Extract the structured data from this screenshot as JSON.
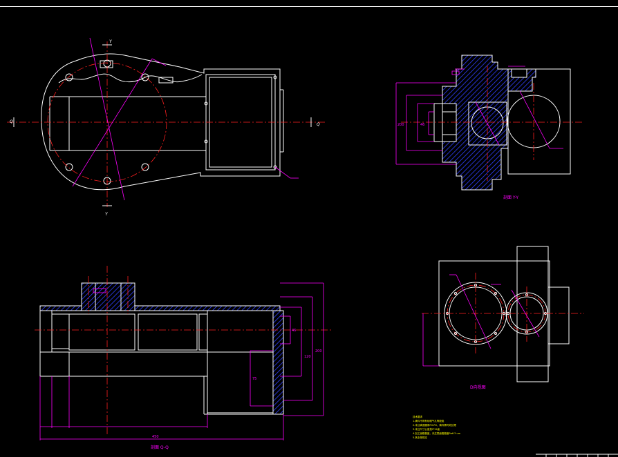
{
  "views": {
    "top": {
      "axis_label_left": "Q",
      "axis_label_right": "Q",
      "axis_label_top": "Y",
      "axis_label_bottom": "Y"
    },
    "section_yy": {
      "title": "剖面 Y-Y"
    },
    "section_qq": {
      "title": "剖面 Q-Q"
    },
    "view_d": {
      "title": "D向视图"
    }
  },
  "notes": {
    "heading": "技术要求",
    "lines": [
      "1.铸件不得有砂眼气孔等缺陷",
      "2.未注铸造圆角R3-R5，铸件需时效处理",
      "3.未注尺寸公差按IT12级",
      "4.加工面粗糙度，未注表面粗糙度Ra6.3 um",
      "5.其余按规定"
    ]
  },
  "colors": {
    "background": "#000000",
    "outline": "#ffffff",
    "centerline": "#ff2020",
    "dimension": "#ff00ff",
    "hatch": "#3040ff",
    "note": "#ffff00"
  }
}
